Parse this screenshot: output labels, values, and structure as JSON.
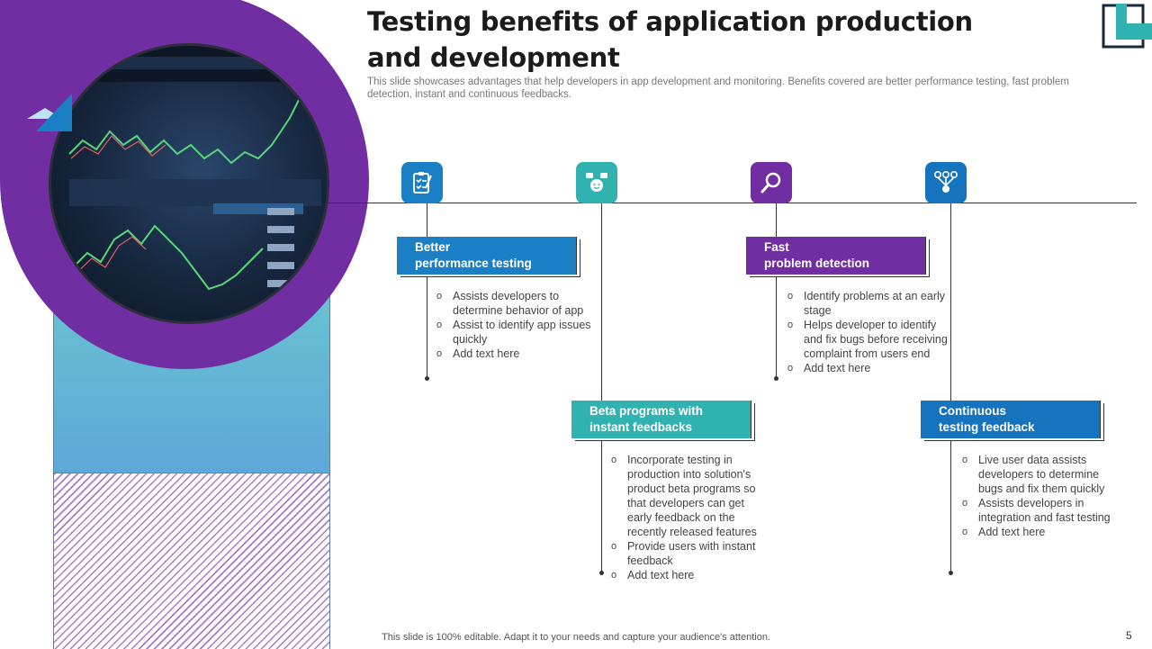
{
  "slide": {
    "title": "Testing benefits of application production and development",
    "subtitle": "This slide showcases advantages that help developers in app development and monitoring. Benefits covered are better performance testing, fast problem detection, instant and continuous feedbacks.",
    "footer": "This slide is 100% editable. Adapt it to your needs and capture your audience's attention.",
    "page_number": "5"
  },
  "colors": {
    "blue": "#1a7fc4",
    "teal": "#2fb2b0",
    "purple": "#712ea3",
    "dark_blue": "#1574bd"
  },
  "benefits": [
    {
      "icon": "clipboard-checklist-icon",
      "label_line1": "Better",
      "label_line2": "performance testing",
      "bullets": [
        "Assists developers to determine behavior of app",
        "Assist to identify app issues quickly",
        "Add text here"
      ]
    },
    {
      "icon": "feedback-face-icon",
      "label_line1": "Beta programs with",
      "label_line2": "instant feedbacks",
      "bullets": [
        "Incorporate testing in production into solution's product beta programs so that developers can get early feedback on the recently released features",
        "Provide users with instant feedback",
        "Add text here"
      ]
    },
    {
      "icon": "magnifier-icon",
      "label_line1": "Fast",
      "label_line2": "problem detection",
      "bullets": [
        "Identify problems at an early stage",
        "Helps developer to identify and fix bugs before receiving complaint from users end",
        "Add text here"
      ]
    },
    {
      "icon": "network-hierarchy-icon",
      "label_line1": "Continuous",
      "label_line2": "testing feedback",
      "bullets": [
        "Live user data assists developers to determine bugs and fix them quickly",
        "Assists developers in integration and fast testing",
        "Add text here"
      ]
    }
  ]
}
